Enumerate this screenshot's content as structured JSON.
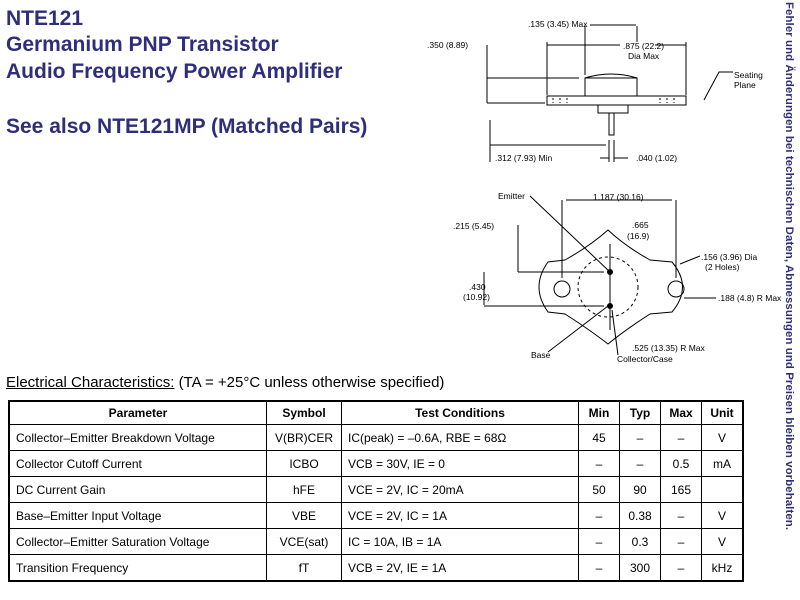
{
  "header": {
    "part_number": "NTE121",
    "description": "Germanium PNP Transistor",
    "application": "Audio Frequency Power Amplifier",
    "see_also": "See also NTE121MP (Matched Pairs)"
  },
  "side_note": "Fehler und Änderungen bei technischen Daten, Abmessungen und Preisen bleiben vorbehalten.",
  "drawing": {
    "side_view": {
      "dim_top_width": ".135 (3.45) Max",
      "dim_height": ".350 (8.89)",
      "dim_diameter": ".875 (22.2)",
      "dim_diameter_2": "Dia Max",
      "seating_plane_1": "Seating",
      "seating_plane_2": "Plane",
      "dim_lead_length": ".312 (7.93) Min",
      "dim_lead_dia": ".040 (1.02)"
    },
    "bottom_view": {
      "emitter": "Emitter",
      "dim_hole_spacing": "1.187 (30.16)",
      "dim_215": ".215 (5.45)",
      "dim_665_a": ".665",
      "dim_665_b": "(16.9)",
      "dim_hole_dia_a": ".156 (3.96) Dia",
      "dim_hole_dia_b": "(2 Holes)",
      "dim_430_a": ".430",
      "dim_430_b": "(10.92)",
      "dim_188": ".188 (4.8) R Max",
      "dim_525": ".525 (13.35) R Max",
      "base": "Base",
      "collector": "Collector/Case"
    }
  },
  "electrical": {
    "title": "Electrical Characteristics:",
    "condition": "(TA = +25°C unless otherwise specified)",
    "headers": {
      "parameter": "Parameter",
      "symbol": "Symbol",
      "test_conditions": "Test Conditions",
      "min": "Min",
      "typ": "Typ",
      "max": "Max",
      "unit": "Unit"
    },
    "rows": [
      {
        "parameter": "Collector–Emitter Breakdown Voltage",
        "symbol": "V(BR)CER",
        "conditions": "IC(peak) = –0.6A, RBE = 68Ω",
        "min": "45",
        "typ": "–",
        "max": "–",
        "unit": "V"
      },
      {
        "parameter": "Collector Cutoff Current",
        "symbol": "ICBO",
        "conditions": "VCB = 30V, IE = 0",
        "min": "–",
        "typ": "–",
        "max": "0.5",
        "unit": "mA"
      },
      {
        "parameter": "DC Current Gain",
        "symbol": "hFE",
        "conditions": "VCE = 2V, IC = 20mA",
        "min": "50",
        "typ": "90",
        "max": "165",
        "unit": ""
      },
      {
        "parameter": "Base–Emitter Input Voltage",
        "symbol": "VBE",
        "conditions": "VCE = 2V, IC = 1A",
        "min": "–",
        "typ": "0.38",
        "max": "–",
        "unit": "V"
      },
      {
        "parameter": "Collector–Emitter Saturation Voltage",
        "symbol": "VCE(sat)",
        "conditions": "IC = 10A, IB = 1A",
        "min": "–",
        "typ": "0.3",
        "max": "–",
        "unit": "V"
      },
      {
        "parameter": "Transition Frequency",
        "symbol": "fT",
        "conditions": "VCB = 2V, IE = 1A",
        "min": "–",
        "typ": "300",
        "max": "–",
        "unit": "kHz"
      }
    ]
  }
}
